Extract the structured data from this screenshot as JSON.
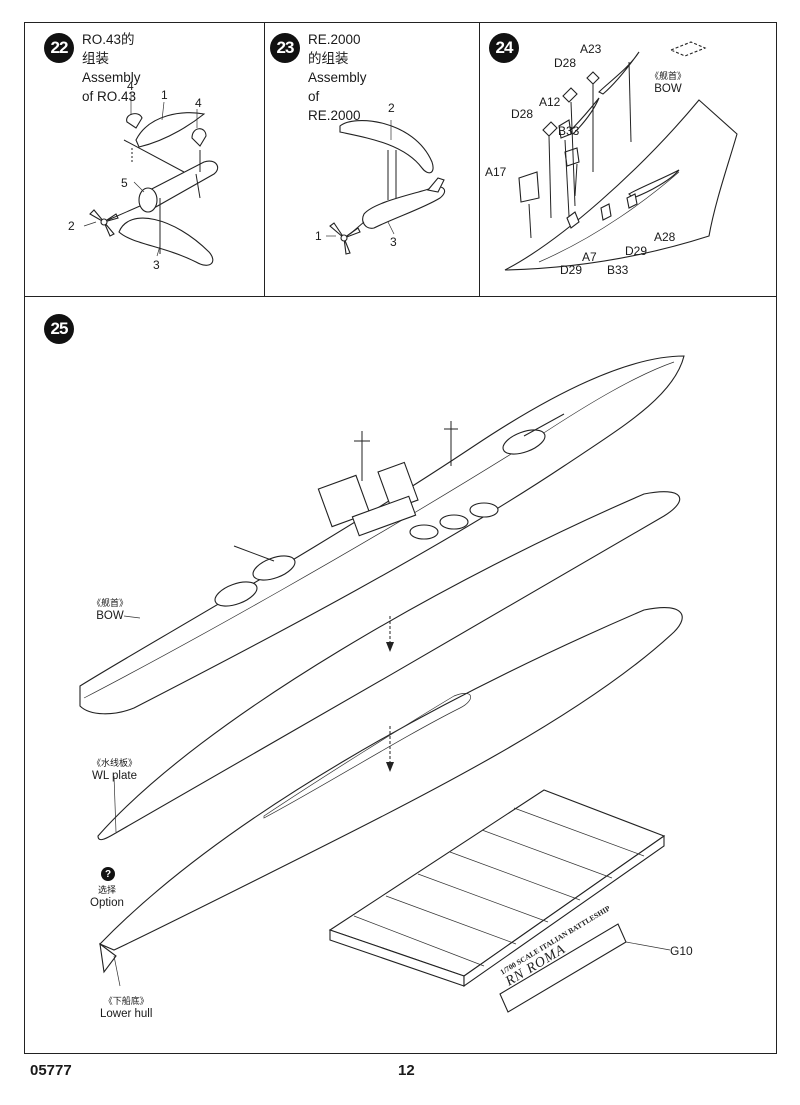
{
  "steps": {
    "s22": {
      "number": "22",
      "title_cn": "RO.43的组装",
      "title_en": "Assembly of  RO.43",
      "labels": [
        "4",
        "1",
        "4",
        "5",
        "2",
        "3"
      ]
    },
    "s23": {
      "number": "23",
      "title_cn": "RE.2000的组装",
      "title_en": "Assembly of  RE.2000",
      "labels": [
        "2",
        "1",
        "3"
      ]
    },
    "s24": {
      "number": "24",
      "labels": {
        "a23": "A23",
        "d28a": "D28",
        "a12": "A12",
        "d28b": "D28",
        "b33a": "B33",
        "a17": "A17",
        "d29a": "D29",
        "a7": "A7",
        "b33b": "B33",
        "d29b": "D29",
        "a28": "A28"
      },
      "bow_cn": "《舰首》",
      "bow_en": "BOW"
    },
    "s25": {
      "number": "25",
      "bow_cn": "《舰首》",
      "bow_en": "BOW",
      "wl_cn": "《水线板》",
      "wl_en": "WL plate",
      "option_cn": "选择",
      "option_en": "Option",
      "option_mark": "?",
      "lower_cn": "《下船底》",
      "lower_en": "Lower hull",
      "stand_part": "G10",
      "plate_line1": "1/700 SCALE ITALIAN BATTLESHIP",
      "plate_line2": "RN  ROMA"
    }
  },
  "footer": {
    "code": "05777",
    "page": "12"
  }
}
